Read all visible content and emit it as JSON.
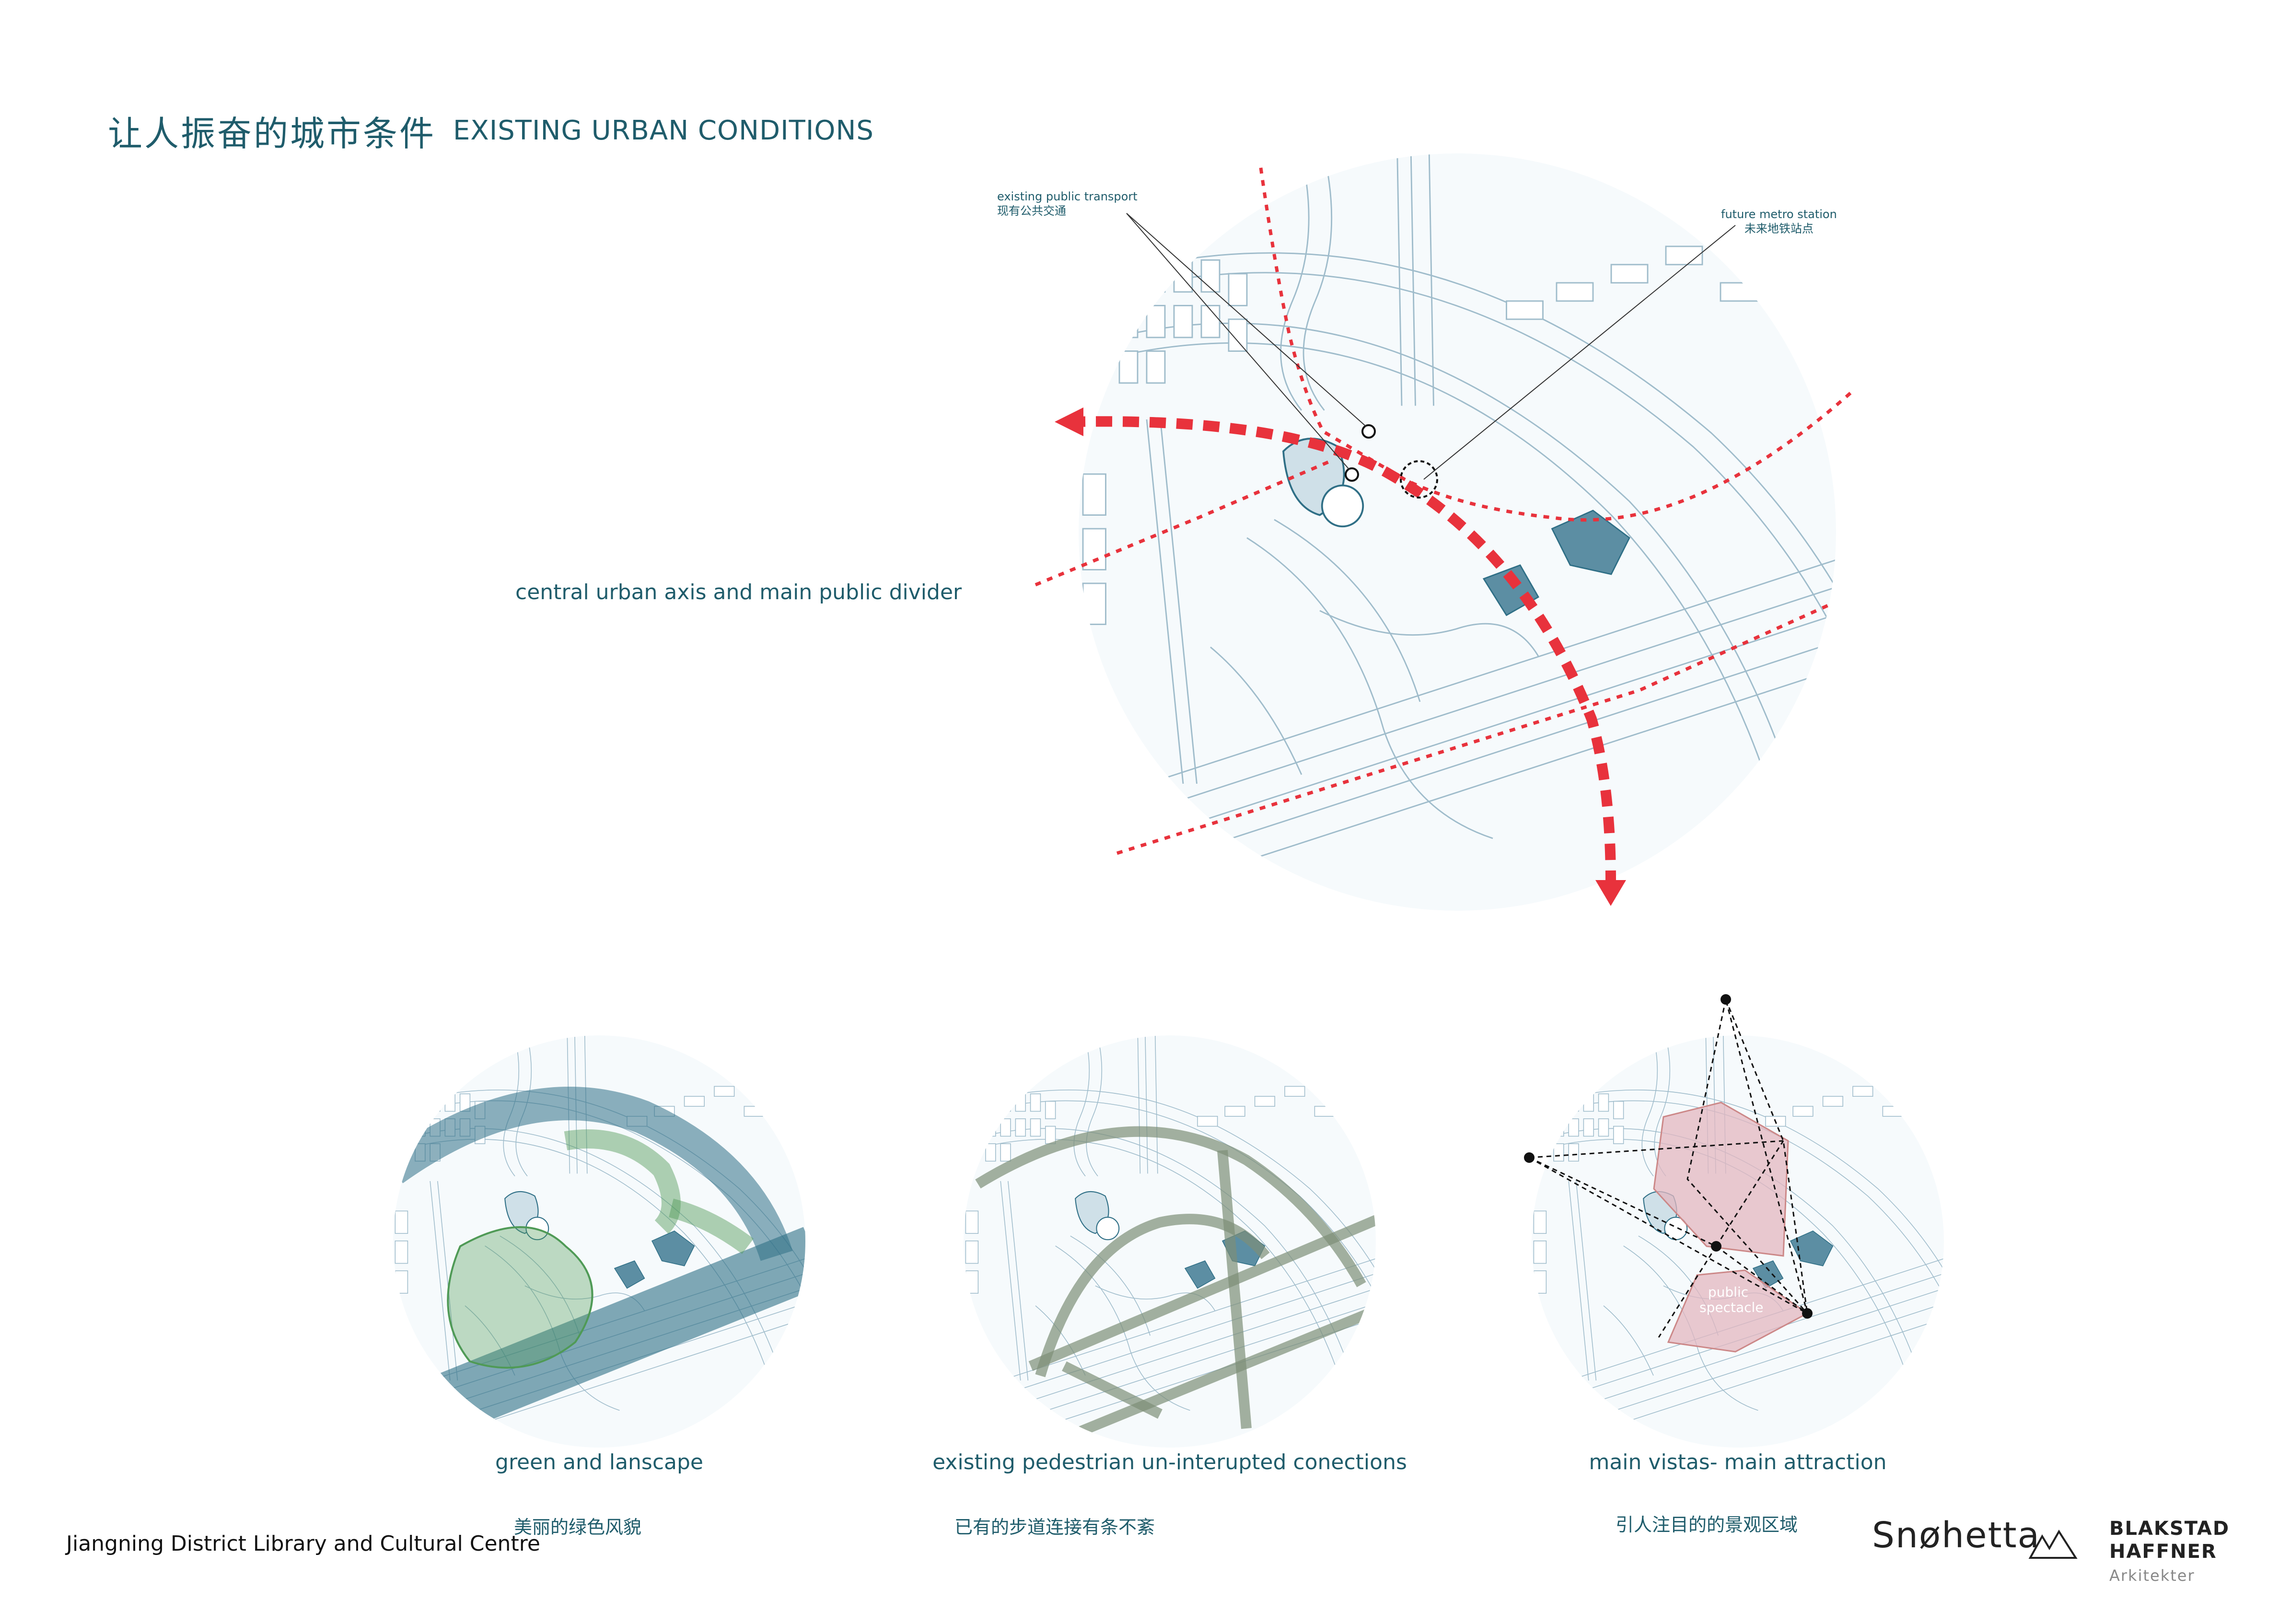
{
  "header": {
    "title_cn": "让人振奋的城市条件",
    "title_en": "EXISTING URBAN CONDITIONS"
  },
  "main_map": {
    "axis_label": "central urban axis and main public divider",
    "callout_transport_en": "existing public transport",
    "callout_transport_cn": "现有公共交通",
    "callout_metro_en": "future metro station",
    "callout_metro_cn": "未来地铁站点"
  },
  "panels": [
    {
      "caption_en": "green and lanscape",
      "caption_cn": "美丽的绿色风貌"
    },
    {
      "caption_en": "existing pedestrian un-interupted  conections",
      "caption_cn": "已有的步道连接有条不紊"
    },
    {
      "caption_en": "main vistas- main attraction",
      "caption_cn": "引人注目的的景观区域",
      "zone_label": "public spectacle"
    }
  ],
  "footer": {
    "project_name": "Jiangning District Library and Cultural Centre",
    "logo_snohetta": "Snøhetta",
    "logo_bh_line1": "BLAKSTAD",
    "logo_bh_line2": "HAFFNER",
    "logo_bh_sub": "Arkitekter"
  },
  "colors": {
    "accent": "#1f5c6b",
    "axis_red": "#e8323c",
    "map_line": "#9fbccb",
    "water": "#2f6f86",
    "green": "#4f9a56",
    "path": "#7d8f78",
    "vista_fill": "#e3b7c0"
  },
  "icons": [
    "mountain-logo-icon"
  ]
}
